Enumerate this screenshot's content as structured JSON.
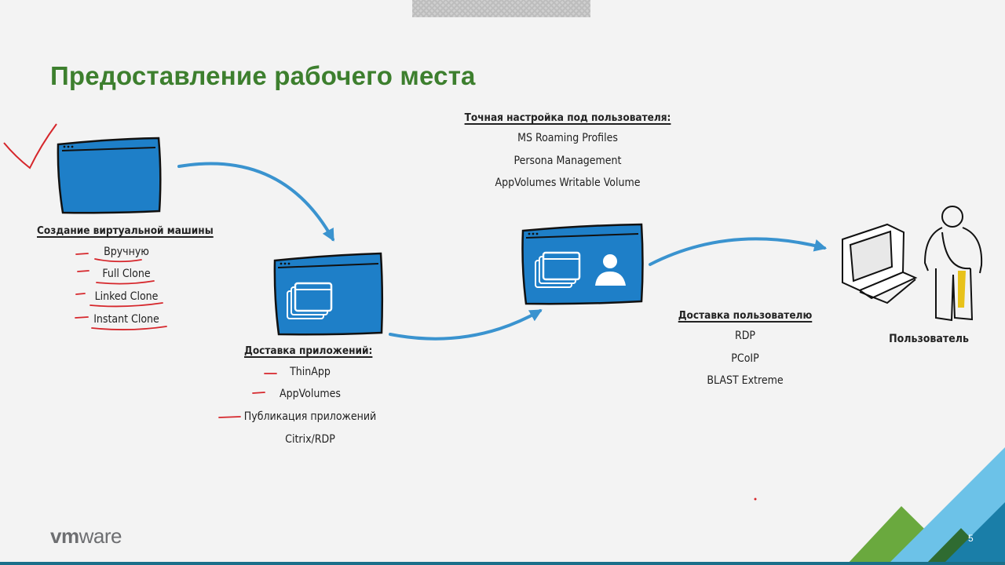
{
  "slide": {
    "title": "Предоставление рабочего места",
    "page_number": "5",
    "logo": {
      "prefix": "vm",
      "suffix": "ware"
    }
  },
  "vm_creation": {
    "heading": "Создание виртуальной машины",
    "items": [
      "Вручную",
      "Full Clone",
      "Linked Clone",
      "Instant Clone"
    ]
  },
  "app_delivery": {
    "heading": "Доставка приложений:",
    "items": [
      "ThinApp",
      "AppVolumes",
      "Публикация приложений",
      "Citrix/RDP"
    ]
  },
  "personalization": {
    "heading": "Точная настройка под пользователя:",
    "items": [
      "MS Roaming Profiles",
      "Persona Management",
      "AppVolumes Writable Volume"
    ]
  },
  "user_delivery": {
    "heading": "Доставка пользователю",
    "items": [
      "RDP",
      "PCoIP",
      "BLAST Extreme"
    ]
  },
  "user": {
    "label": "Пользователь"
  },
  "colors": {
    "title_green": "#3d7f2e",
    "window_blue": "#1e7fc8",
    "arrow_blue": "#3a93cf",
    "annotation_red": "#d6262b",
    "corner_green": "#6aa93e",
    "corner_light_blue": "#6cc2e8"
  }
}
